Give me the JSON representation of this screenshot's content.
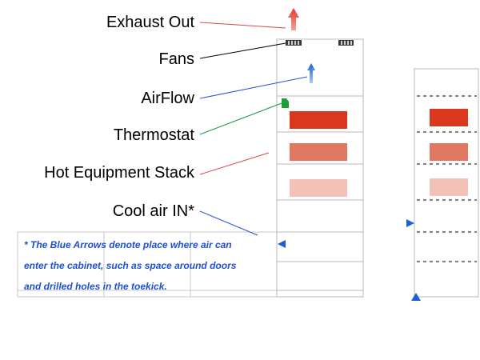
{
  "labels": {
    "exhaust": "Exhaust Out",
    "fans": "Fans",
    "airflow": "AirFlow",
    "thermostat": "Thermostat",
    "hot_stack": "Hot Equipment Stack",
    "cool_air": "Cool air IN*"
  },
  "note": {
    "line1": "* The Blue Arrows denote place where air can",
    "line2": "enter the cabinet, such as space around doors",
    "line3": "and drilled holes in the toekick."
  },
  "colors": {
    "hot_dark": "#d9381e",
    "hot_medium": "#e07860",
    "hot_light": "#f2c2b8",
    "arrow_blue": "#1a5fd6",
    "arrow_red": "#e8362b",
    "thermostat_green": "#1e9e3a",
    "line_red": "#d94a4a",
    "line_black": "#000000",
    "line_blue": "#2255dd",
    "line_green": "#1a9a40",
    "cabinet_border": "#b8b8b8"
  },
  "icons": {
    "exhaust": "red-up-arrow-icon",
    "fan": "fan-icon",
    "airflow": "blue-up-arrow-icon",
    "thermostat": "thermostat-icon",
    "inlet_left": "blue-left-arrow-icon",
    "inlet_right": "blue-right-arrow-icon",
    "inlet_bottom": "blue-up-triangle-icon"
  }
}
